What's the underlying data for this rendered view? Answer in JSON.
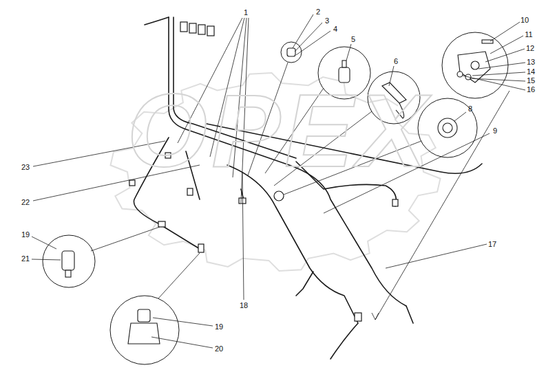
{
  "diagram": {
    "labels": [
      "1",
      "2",
      "3",
      "4",
      "5",
      "6",
      "10",
      "11",
      "12",
      "13",
      "14",
      "15",
      "16",
      "8",
      "9",
      "23",
      "22",
      "19",
      "21",
      "17",
      "18",
      "19",
      "20",
      "OPEX"
    ]
  }
}
